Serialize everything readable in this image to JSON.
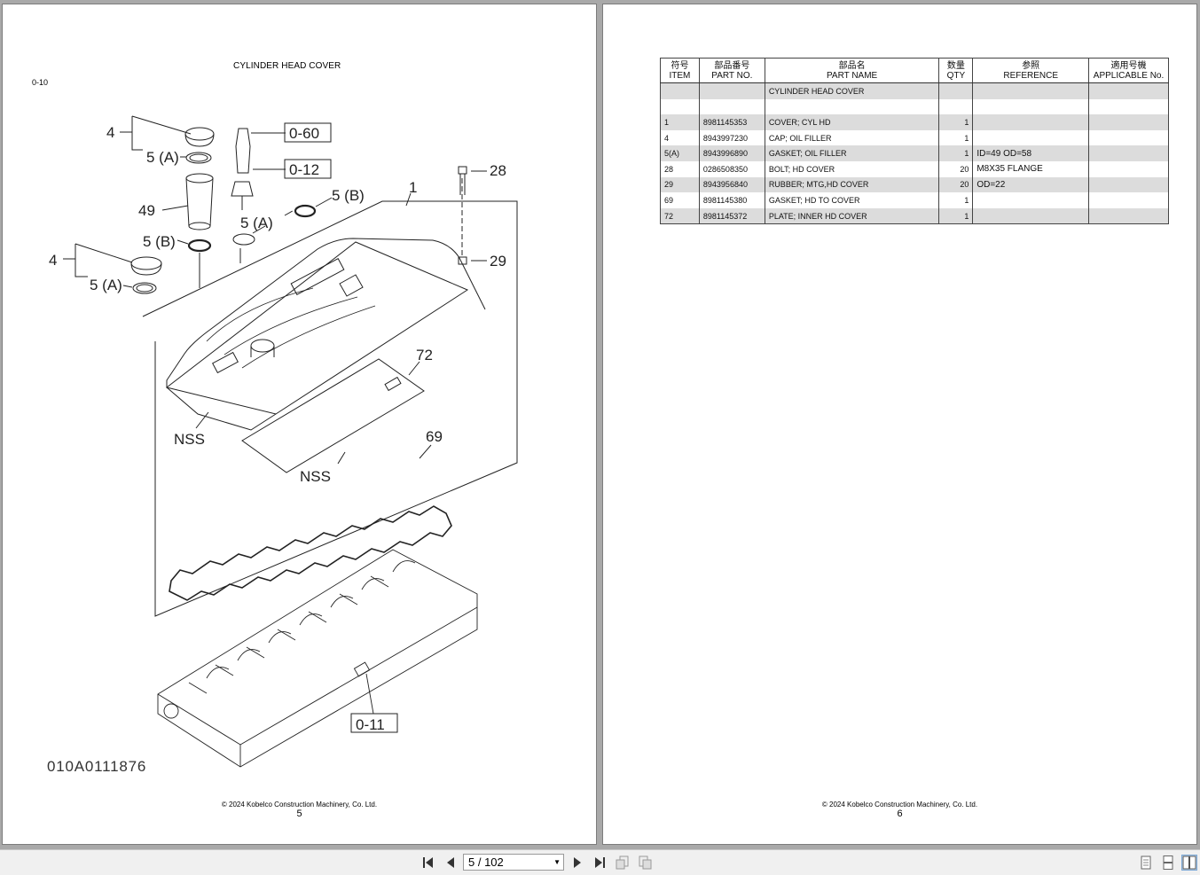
{
  "left_page": {
    "diagram_title": "CYLINDER HEAD COVER",
    "group_code": "0-10",
    "figure_code": "010A0111876",
    "callouts": {
      "c4_top": "4",
      "c5a_1": "5 (A)",
      "c49": "49",
      "c5b_1": "5 (B)",
      "c4_bot": "4",
      "c5a_2": "5 (A)",
      "ref060": "0-60",
      "ref012": "0-12",
      "c5b_2": "5 (B)",
      "c5a_3": "5 (A)",
      "c1": "1",
      "c28": "28",
      "c29": "29",
      "c72": "72",
      "nss1": "NSS",
      "c69": "69",
      "nss2": "NSS",
      "ref011": "0-11"
    },
    "footer_copyright": "© 2024 Kobelco Construction Machinery, Co. Ltd.",
    "page_number": "5"
  },
  "right_page": {
    "table": {
      "headers": [
        {
          "jp": "符号",
          "en": "ITEM"
        },
        {
          "jp": "部品番号",
          "en": "PART NO."
        },
        {
          "jp": "部品名",
          "en": "PART NAME"
        },
        {
          "jp": "数量",
          "en": "QTY"
        },
        {
          "jp": "参照",
          "en": "REFERENCE"
        },
        {
          "jp": "適用号機",
          "en": "APPLICABLE No."
        }
      ],
      "rows": [
        {
          "item": "",
          "part_no": "",
          "name": "CYLINDER HEAD COVER",
          "qty": "",
          "ref": "",
          "app": ""
        },
        {
          "item": "",
          "part_no": "",
          "name": "",
          "qty": "",
          "ref": "",
          "app": ""
        },
        {
          "item": "1",
          "part_no": "8981145353",
          "name": "COVER; CYL HD",
          "qty": "1",
          "ref": "",
          "app": ""
        },
        {
          "item": "4",
          "part_no": "8943997230",
          "name": "CAP; OIL FILLER",
          "qty": "1",
          "ref": "",
          "app": ""
        },
        {
          "item": "5(A)",
          "part_no": "8943996890",
          "name": "GASKET; OIL FILLER",
          "qty": "1",
          "ref": "ID=49 OD=58",
          "app": ""
        },
        {
          "item": "28",
          "part_no": "0286508350",
          "name": "BOLT; HD COVER",
          "qty": "20",
          "ref": "M8X35 FLANGE",
          "app": ""
        },
        {
          "item": "29",
          "part_no": "8943956840",
          "name": "RUBBER; MTG,HD COVER",
          "qty": "20",
          "ref": "OD=22",
          "app": ""
        },
        {
          "item": "69",
          "part_no": "8981145380",
          "name": "GASKET; HD TO COVER",
          "qty": "1",
          "ref": "",
          "app": ""
        },
        {
          "item": "72",
          "part_no": "8981145372",
          "name": "PLATE; INNER HD COVER",
          "qty": "1",
          "ref": "",
          "app": ""
        }
      ]
    },
    "footer_copyright": "© 2024 Kobelco Construction Machinery, Co. Ltd.",
    "page_number": "6"
  },
  "toolbar": {
    "first_page_icon": "first-page-icon",
    "prev_page_icon": "previous-page-icon",
    "page_indicator": "5 / 102",
    "next_page_icon": "next-page-icon",
    "last_page_icon": "last-page-icon",
    "back_view_icon": "previous-view-icon",
    "forward_view_icon": "next-view-icon",
    "single_page_icon": "single-page-view-icon",
    "continuous_icon": "continuous-view-icon",
    "two_page_icon": "two-page-view-icon"
  }
}
